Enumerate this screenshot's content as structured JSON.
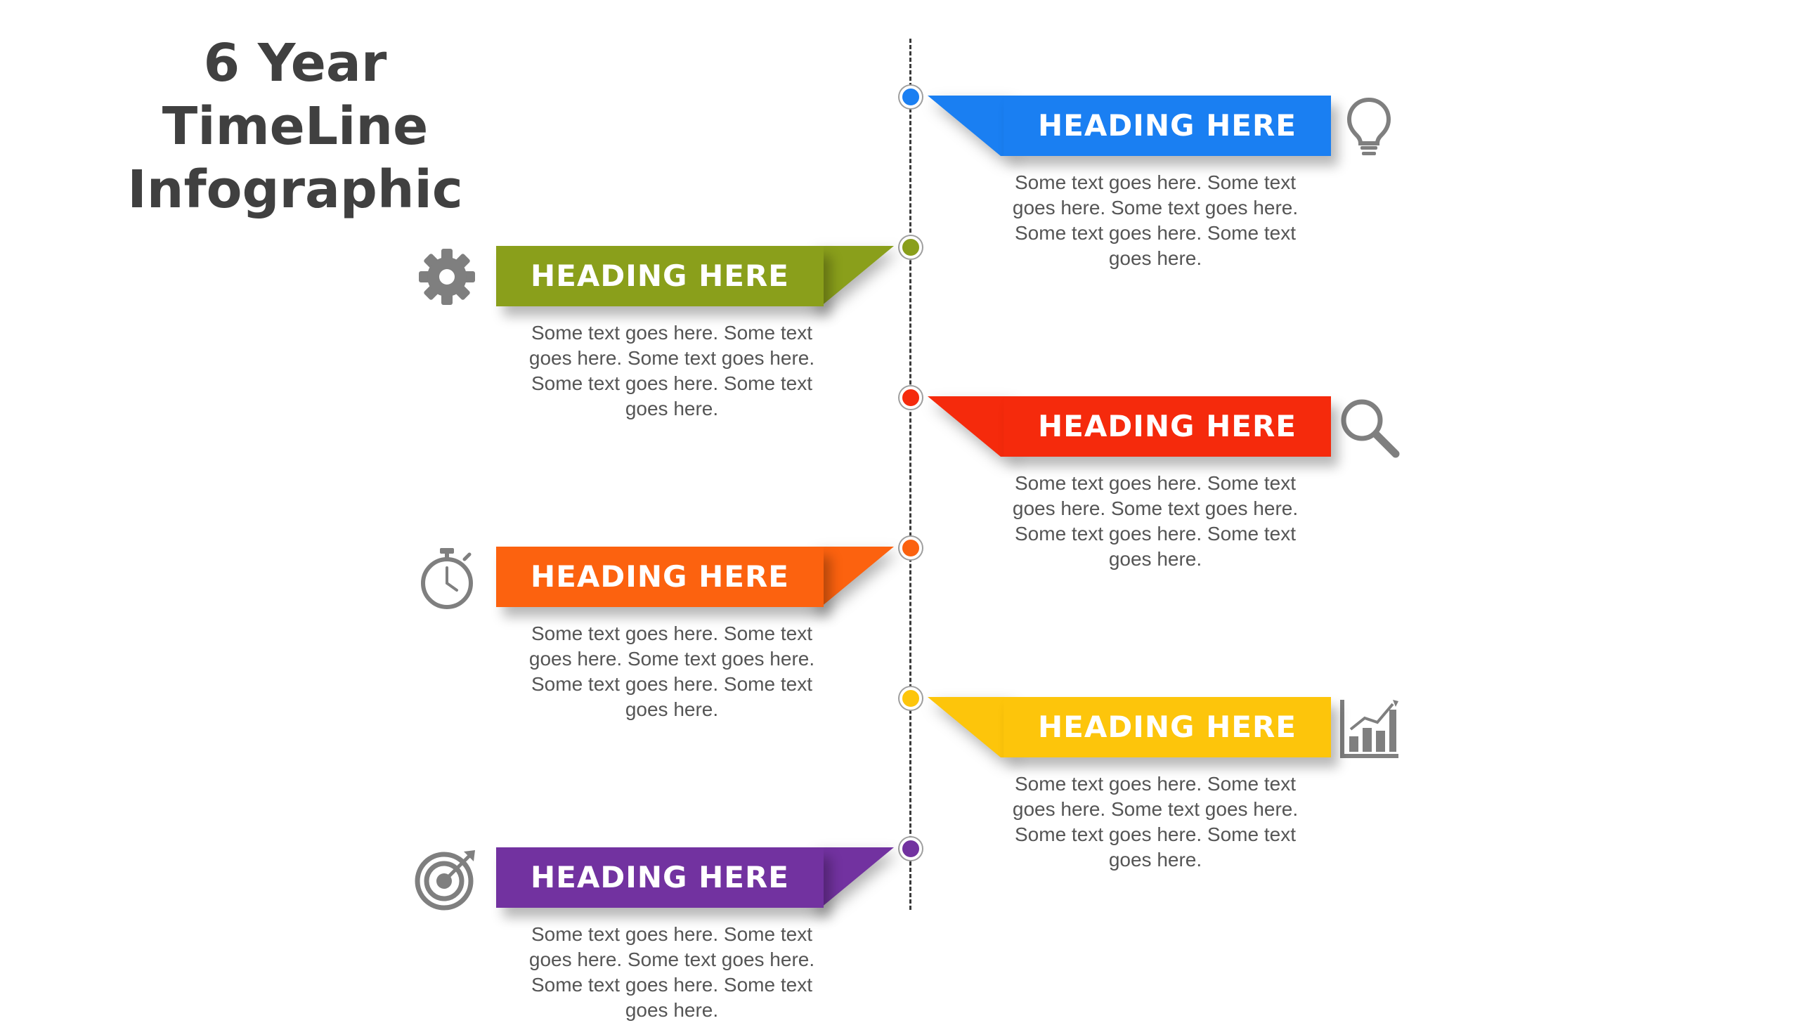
{
  "title": {
    "line1": "6 Year TimeLine",
    "line2": "Infographic"
  },
  "colors": {
    "axis": "#3a3a3a",
    "icon": "#7f7f7f",
    "text": "#555555"
  },
  "items": [
    {
      "side": "right",
      "color": "#1a7ff2",
      "heading": "HEADING HERE",
      "text": "Some text goes here. Some text goes here. Some text goes here. Some text goes here. Some text goes here.",
      "icon": "lightbulb-icon"
    },
    {
      "side": "left",
      "color": "#8a9f1b",
      "heading": "HEADING HERE",
      "text": "Some text goes here. Some text goes here. Some text goes here. Some text goes here. Some text goes here.",
      "icon": "gear-icon"
    },
    {
      "side": "right",
      "color": "#f52a0c",
      "heading": "HEADING HERE",
      "text": "Some text goes here. Some text goes here. Some text goes here. Some text goes here. Some text goes here.",
      "icon": "magnifier-icon"
    },
    {
      "side": "left",
      "color": "#fc620f",
      "heading": "HEADING HERE",
      "text": "Some text goes here. Some text goes here. Some text goes here. Some text goes here. Some text goes here.",
      "icon": "stopwatch-icon"
    },
    {
      "side": "right",
      "color": "#fdc50b",
      "heading": "HEADING HERE",
      "text": "Some text goes here. Some text goes here. Some text goes here. Some text goes here. Some text goes here.",
      "icon": "bar-chart-icon"
    },
    {
      "side": "left",
      "color": "#7232a0",
      "heading": "HEADING HERE",
      "text": "Some text goes here. Some text goes here. Some text goes here. Some text goes here. Some text goes here.",
      "icon": "target-icon"
    }
  ]
}
